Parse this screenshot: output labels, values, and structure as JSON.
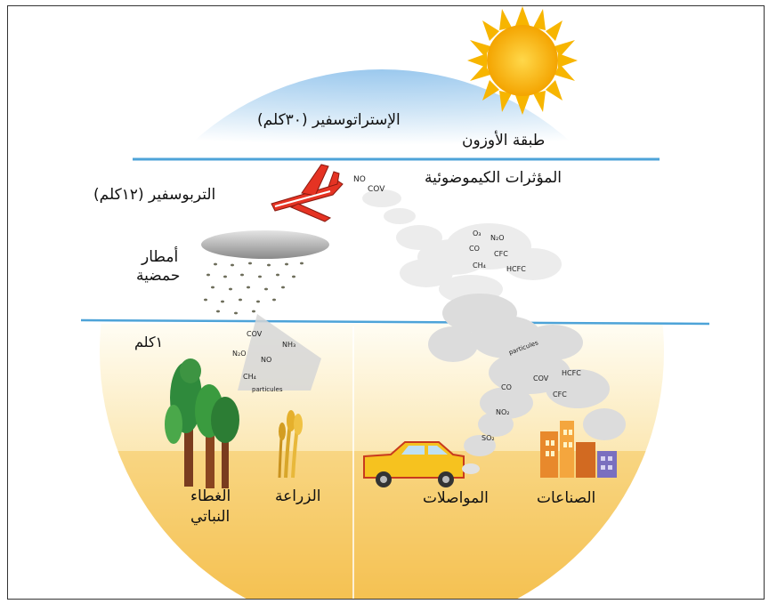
{
  "labels": {
    "ozone_layer": "طبقة الأوزون",
    "stratosphere": "الإستراتوسفير (٣٠كلم)",
    "troposphere": "التربوسفير (١٢كلم)",
    "photochemical_pollutants": "المؤثرات الكيموضوئية",
    "acid_rain_line1": "أمطار",
    "acid_rain_line2": "حمضية",
    "one_km": "١كلم",
    "vegetation_line1": "الغطاء",
    "vegetation_line2": "النباتي",
    "agriculture": "الزراعة",
    "transport": "المواصلات",
    "industries": "الصناعات"
  },
  "chemicals": {
    "plane_no": "NO",
    "plane_cov": "COV",
    "upper_o3": "O₃",
    "upper_n2o": "N₂O",
    "upper_co": "CO",
    "upper_cfc": "CFC",
    "upper_ch4": "CH₄",
    "upper_hcfc": "HCFC",
    "agri_cov": "COV",
    "agri_nh3": "NH₃",
    "agri_n2o": "N₂O",
    "agri_no": "NO",
    "agri_ch4": "CH₄",
    "agri_particules": "particules",
    "ind_particules": "particules",
    "ind_co": "CO",
    "ind_cov": "COV",
    "ind_hcfc": "HCFC",
    "ind_cfc": "CFC",
    "ind_no2": "NO₂",
    "ind_so2": "SO₂"
  },
  "colors": {
    "sky": "#a9cfee",
    "divider": "#4da3d8",
    "ground": "#f6c65a",
    "sun": "#f7b500",
    "smoke": "#d9d9d9"
  }
}
